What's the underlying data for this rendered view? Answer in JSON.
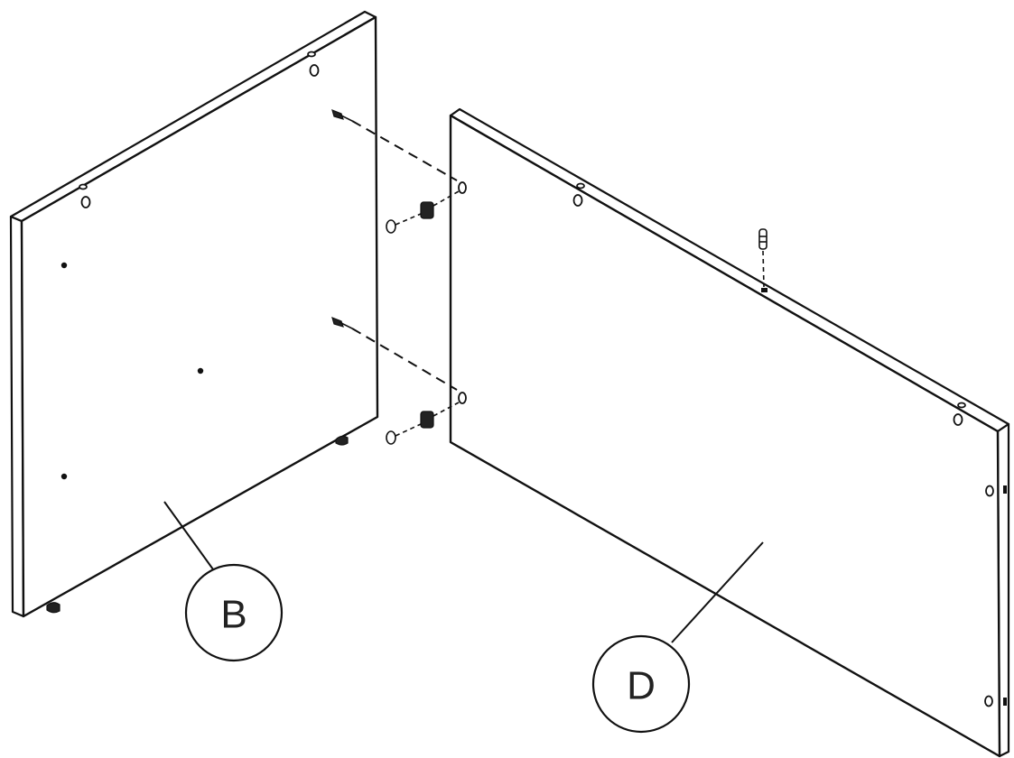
{
  "diagram": {
    "callouts": [
      {
        "id": "B",
        "label": "B"
      },
      {
        "id": "D",
        "label": "D"
      }
    ],
    "parts": [
      {
        "id": "panel-b",
        "callout": "B"
      },
      {
        "id": "panel-d",
        "callout": "D"
      }
    ],
    "hardware": [
      "cam-bolt",
      "dowel",
      "cam-lock",
      "wooden-dowel-pin"
    ]
  }
}
